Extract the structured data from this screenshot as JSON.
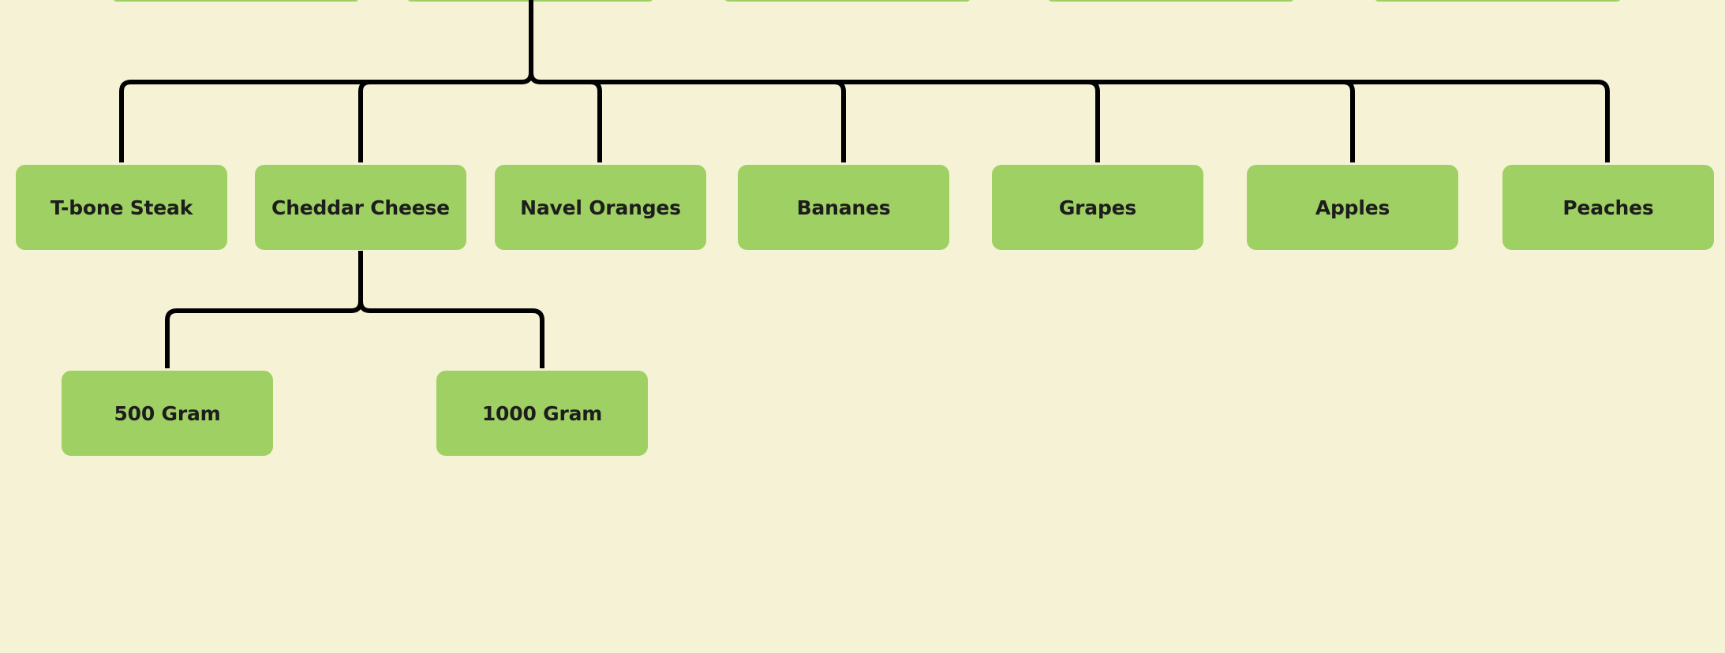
{
  "diagram": {
    "colors": {
      "background": "#f6f2d5",
      "node_fill": "#9fd063",
      "node_text": "#1d1d1d",
      "connector": "#000000"
    },
    "row1": [
      {
        "id": "t-bone-steak",
        "label": "T-bone Steak"
      },
      {
        "id": "cheddar-cheese",
        "label": "Cheddar Cheese"
      },
      {
        "id": "navel-oranges",
        "label": "Navel Oranges"
      },
      {
        "id": "bananes",
        "label": "Bananes"
      },
      {
        "id": "grapes",
        "label": "Grapes"
      },
      {
        "id": "apples",
        "label": "Apples"
      },
      {
        "id": "peaches",
        "label": "Peaches"
      }
    ],
    "row2": [
      {
        "id": "500-gram",
        "label": "500 Gram",
        "parent": "cheddar-cheese"
      },
      {
        "id": "1000-gram",
        "label": "1000 Gram",
        "parent": "cheddar-cheese"
      }
    ]
  }
}
